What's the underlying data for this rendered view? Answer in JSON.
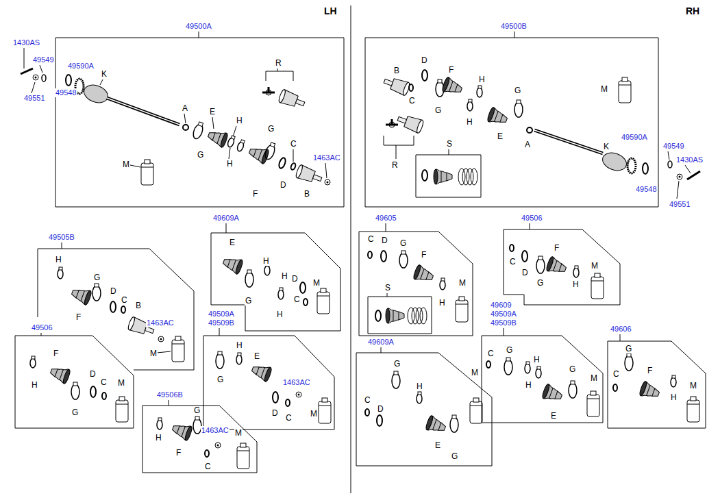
{
  "diagram": {
    "nodes": [
      {
        "text": [
          "49500A"
        ]
      },
      {
        "text": [
          "49500B"
        ]
      },
      {
        "text": [
          "S"
        ],
        "in": 1
      },
      {
        "text": [
          "49609A"
        ]
      },
      {
        "text": [
          "49505B"
        ]
      },
      {
        "text": [
          "49506"
        ]
      },
      {
        "text": [
          "49509A",
          "49509B"
        ]
      },
      {
        "text": [
          "49506B"
        ]
      },
      {
        "text": [
          "49605"
        ]
      },
      {
        "text": [
          "S"
        ],
        "in": 8
      },
      {
        "text": [
          "49506"
        ]
      },
      {
        "text": [
          "49609A"
        ]
      },
      {
        "text": [
          "49609",
          "49509A",
          "49509B"
        ]
      },
      {
        "text": [
          "49606"
        ]
      }
    ],
    "labels": [
      "LH",
      "RH",
      "1430AS",
      "49549",
      "49551",
      "49590A",
      "K",
      "49548",
      "R",
      "A",
      "E",
      "H",
      "G",
      "G",
      "H",
      "C",
      "1463AC",
      "M",
      "D",
      "F",
      "B",
      "B",
      "D",
      "F",
      "H",
      "C",
      "G",
      "H",
      "G",
      "M",
      "E",
      "A",
      "K",
      "49590A",
      "R",
      "49548",
      "49549",
      "1430AS",
      "49551",
      "E",
      "H",
      "H",
      "D",
      "M",
      "G",
      "C",
      "H",
      "H",
      "G",
      "D",
      "C",
      "B",
      "F",
      "1463AC",
      "M",
      "F",
      "D",
      "C",
      "M",
      "H",
      "G",
      "H",
      "E",
      "G",
      "1463AC",
      "D",
      "C",
      "M",
      "G",
      "1463AC",
      "M",
      "H",
      "F",
      "C",
      "C",
      "D",
      "G",
      "F",
      "M",
      "H",
      "C",
      "D",
      "G",
      "F",
      "H",
      "M",
      "G",
      "H",
      "C",
      "D",
      "M",
      "E",
      "G",
      "C",
      "G",
      "H",
      "H",
      "G",
      "M",
      "E",
      "G",
      "C",
      "F",
      "H",
      "M"
    ]
  }
}
